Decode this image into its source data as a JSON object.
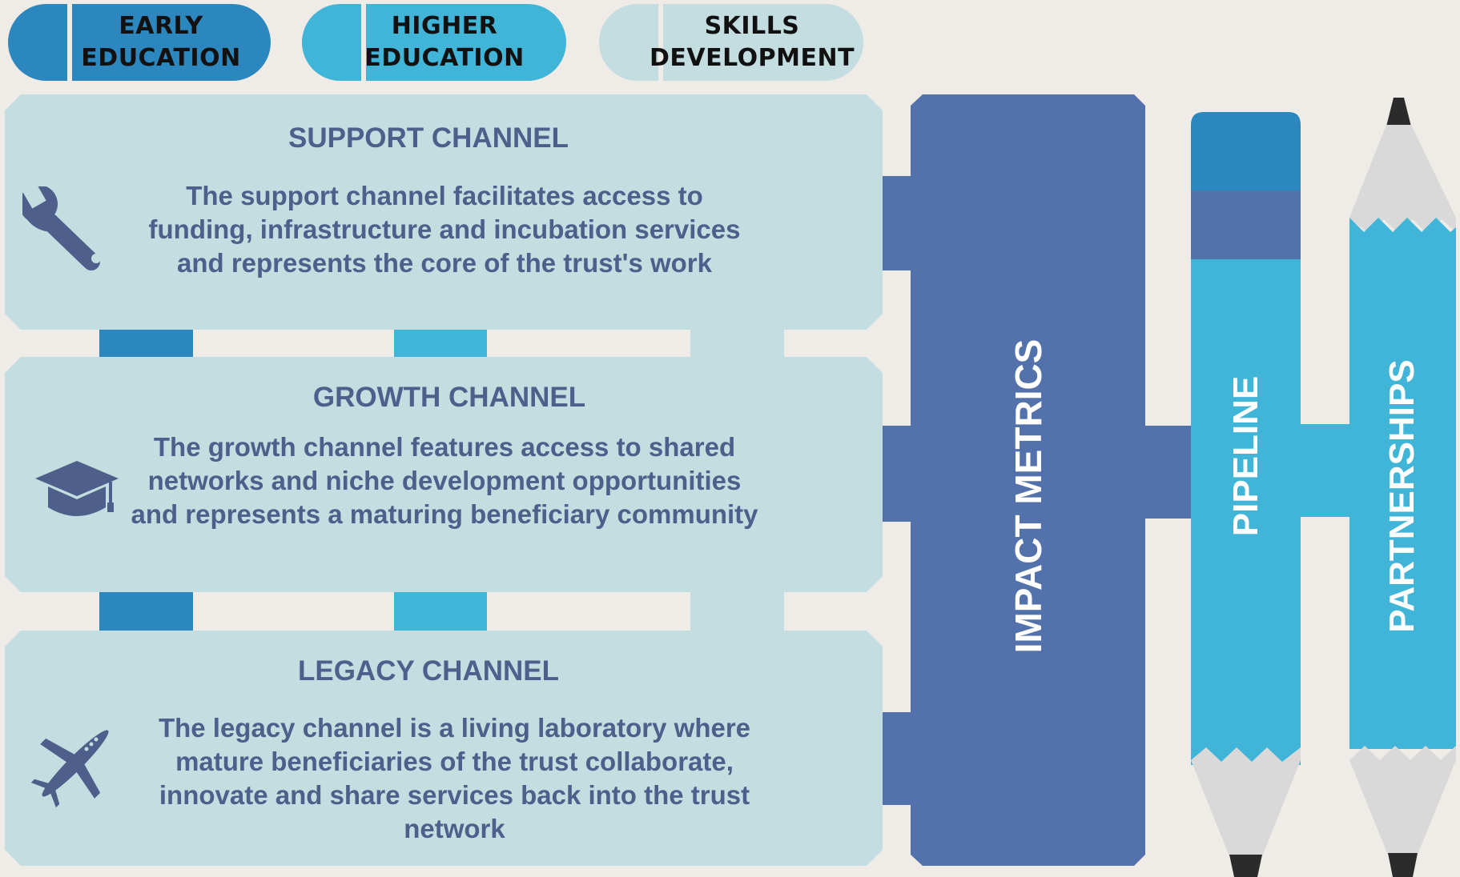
{
  "colors": {
    "background": "#efebe6",
    "panel": "#c4dde0",
    "dark_blue": "#2b87bd",
    "light_blue": "#40b5d8",
    "slate_blue": "#5371ab",
    "text": "#4d5f8a",
    "pencil_tip": "#d9d9d9",
    "pencil_lead": "#2b2b2b"
  },
  "categories": [
    {
      "line1": "EARLY",
      "line2": "EDUCATION",
      "color": "#2b87bd"
    },
    {
      "line1": "HIGHER",
      "line2": "EDUCATION",
      "color": "#40b5d8"
    },
    {
      "line1": "SKILLS",
      "line2": "DEVELOPMENT",
      "color": "#c4dde0"
    }
  ],
  "channels": [
    {
      "title": "SUPPORT CHANNEL",
      "body": "The support channel facilitates access to funding, infrastructure and incubation services and represents the core of the trust's work",
      "icon": "wrench-icon"
    },
    {
      "title": "GROWTH CHANNEL",
      "body": "The growth channel features access to shared networks and niche development opportunities and represents a maturing beneficiary community",
      "icon": "graduation-cap-icon"
    },
    {
      "title": "LEGACY CHANNEL",
      "body": "The legacy channel is a living laboratory where mature beneficiaries of the trust collaborate, innovate and share services back into the trust network",
      "icon": "airplane-icon"
    }
  ],
  "pillars": {
    "impact": "IMPACT METRICS",
    "pipeline": "PIPELINE",
    "partnerships": "PARTNERSHIPS"
  }
}
